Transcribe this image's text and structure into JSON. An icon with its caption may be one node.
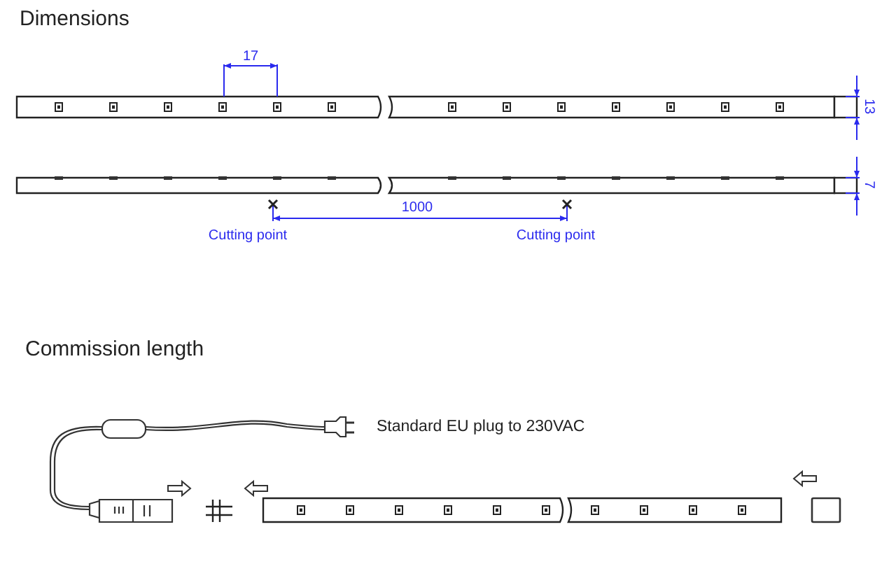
{
  "diagram": {
    "labels": [
      "Dimensions",
      "17",
      "13",
      "7",
      "1000",
      "Cutting point",
      "Cutting point",
      "Commission length",
      "Standard EU plug to 230VAC"
    ]
  }
}
